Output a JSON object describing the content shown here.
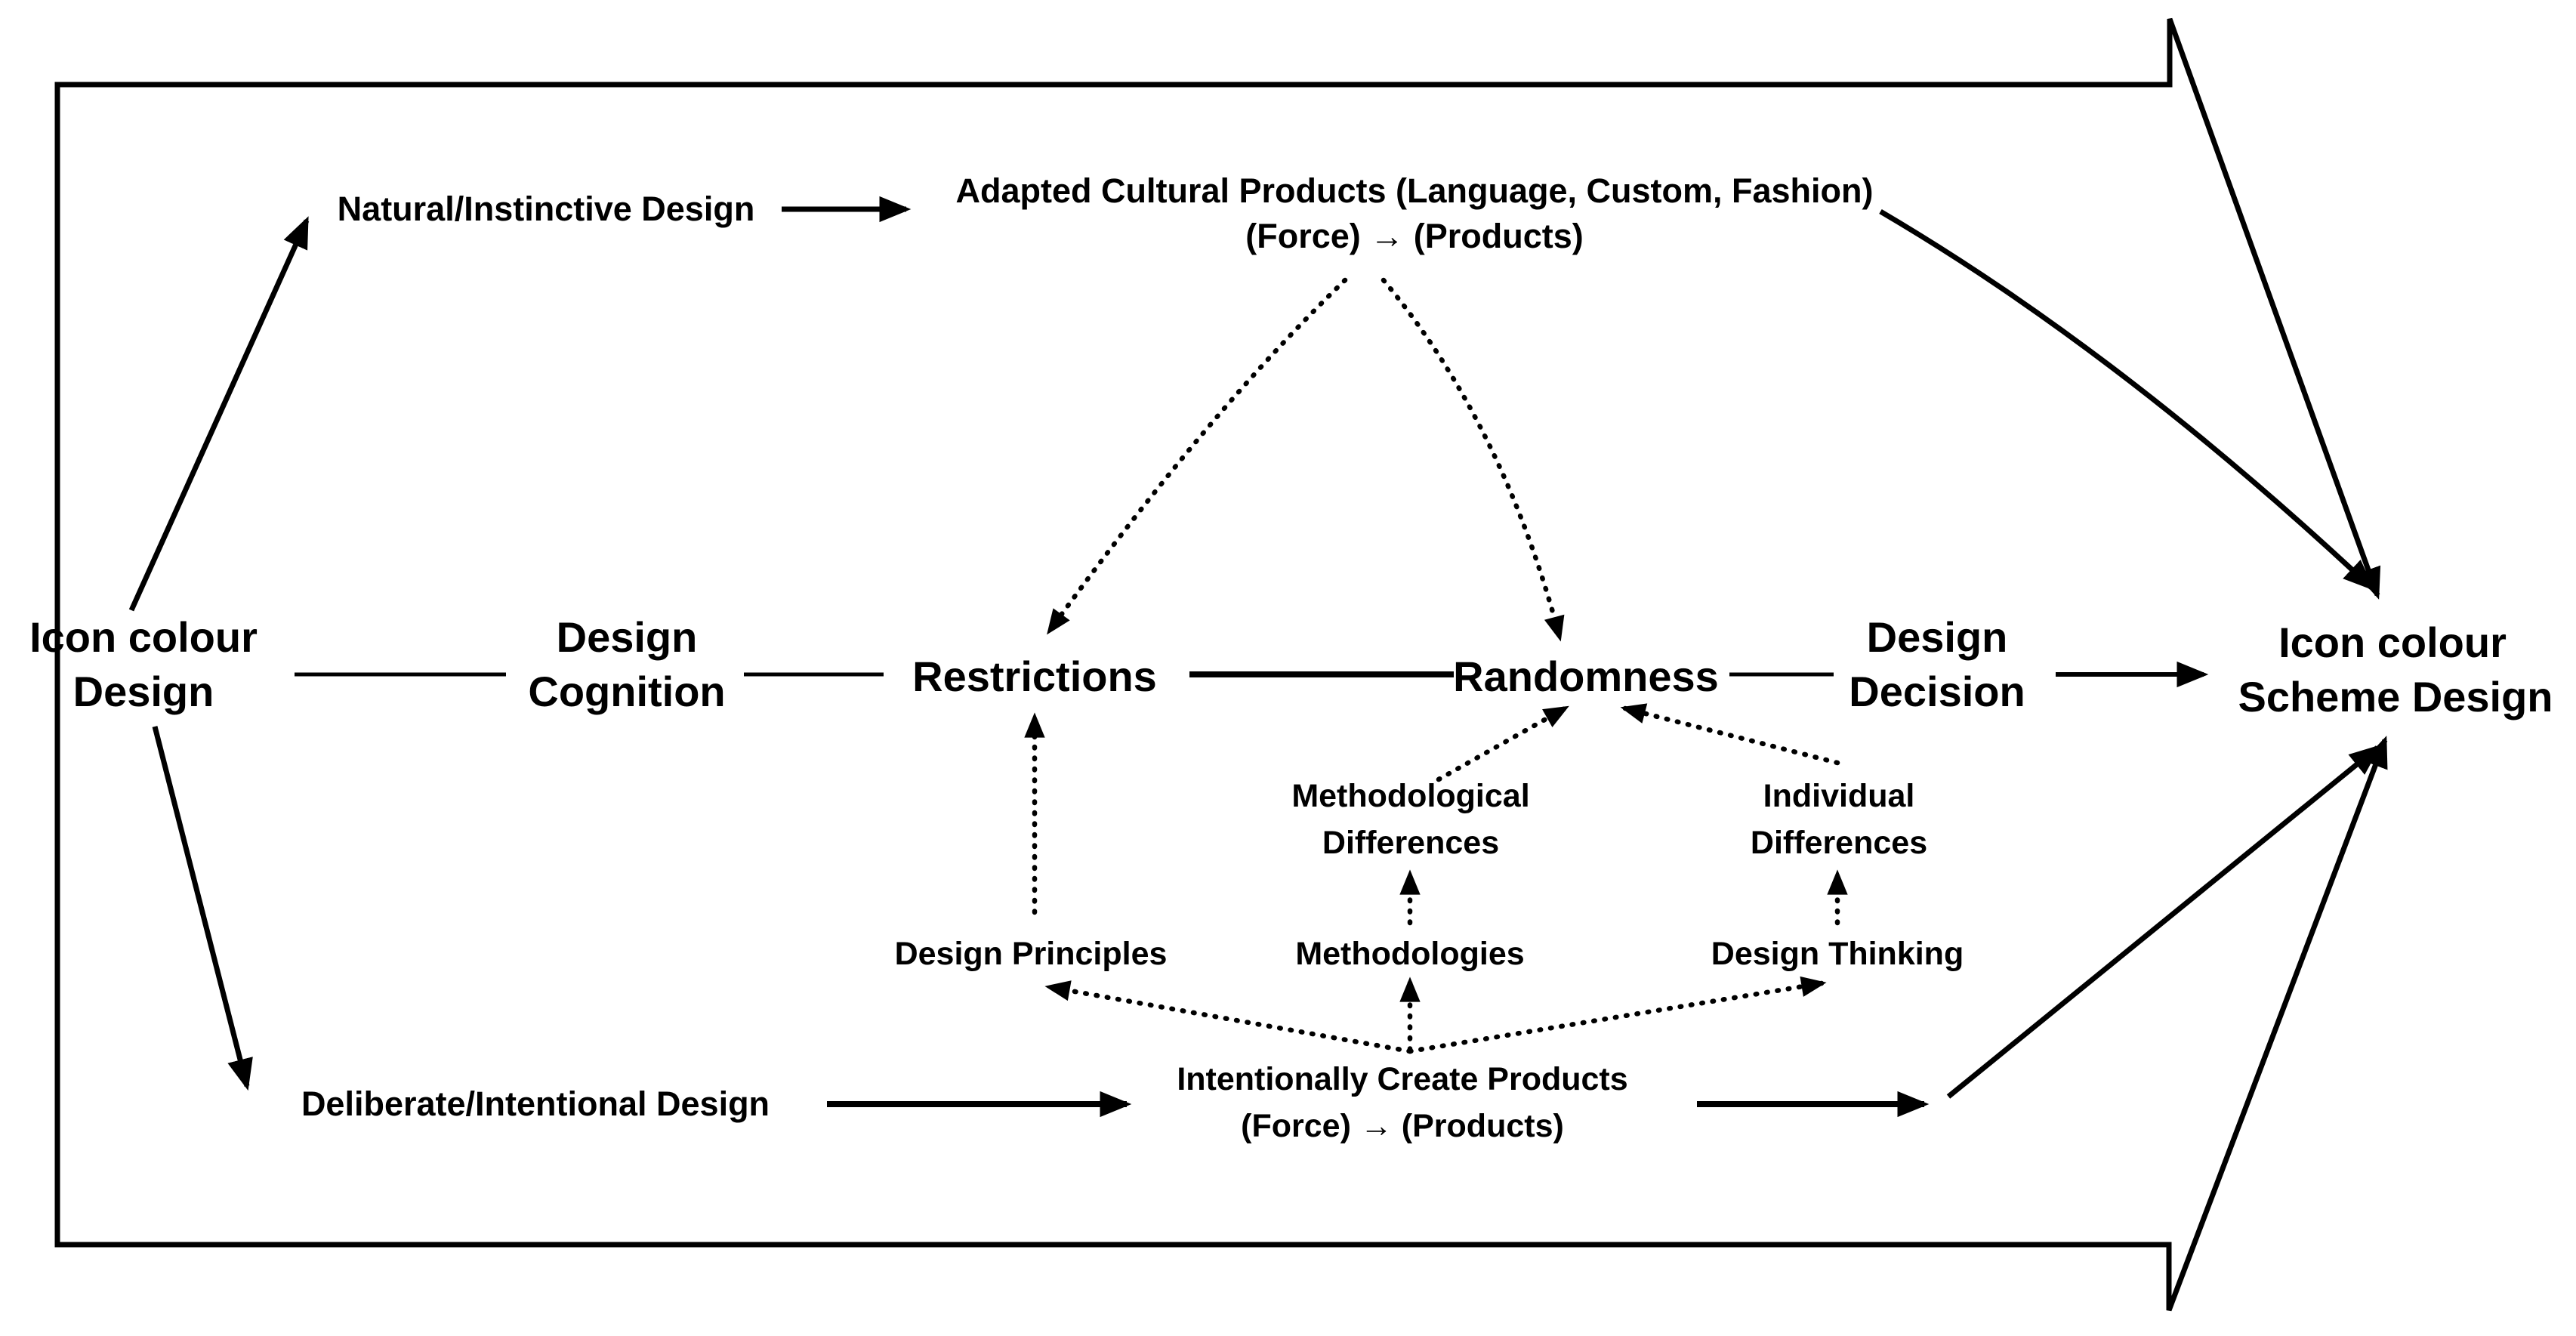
{
  "diagram": {
    "title": "Icon colour design cognition flow diagram",
    "colors": {
      "ink": "#000000",
      "background": "#ffffff"
    },
    "nodes": {
      "icon_colour_design": {
        "line1": "Icon colour",
        "line2": "Design"
      },
      "design_cognition": {
        "line1": "Design",
        "line2": "Cognition"
      },
      "restrictions": {
        "label": "Restrictions"
      },
      "randomness": {
        "label": "Randomness"
      },
      "design_decision": {
        "line1": "Design",
        "line2": "Decision"
      },
      "icon_colour_scheme_design": {
        "line1": "Icon colour",
        "line2": "Scheme Design"
      },
      "natural_instinctive_design": {
        "label": "Natural/Instinctive Design"
      },
      "adapted_cultural_products": {
        "line1": "Adapted Cultural Products (Language, Custom, Fashion)",
        "line2": "(Force) → (Products)"
      },
      "deliberate_intentional_design": {
        "label": "Deliberate/Intentional Design"
      },
      "intentionally_create_products": {
        "line1": "Intentionally Create Products",
        "line2": "(Force) → (Products)"
      },
      "design_principles": {
        "label": "Design Principles"
      },
      "methodologies": {
        "label": "Methodologies"
      },
      "design_thinking": {
        "label": "Design Thinking"
      },
      "methodological_differences": {
        "line1": "Methodological",
        "line2": "Differences"
      },
      "individual_differences": {
        "line1": "Individual",
        "line2": "Differences"
      }
    }
  }
}
